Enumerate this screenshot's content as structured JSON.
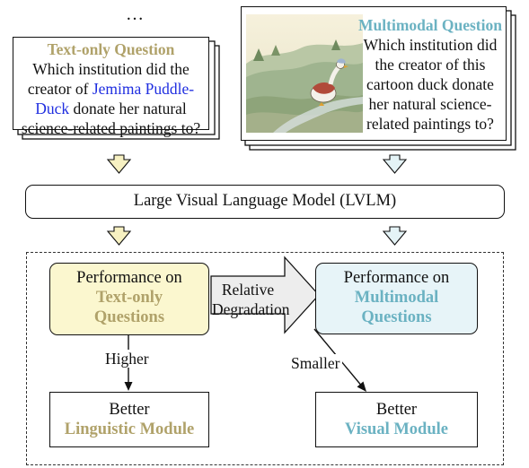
{
  "colors": {
    "text_accent": "#b0a26a",
    "mm_accent": "#6bb2c2",
    "entity_link": "#1f2ee0",
    "text_box_fill": "#fbf7cf",
    "mm_box_fill": "#e7f4f8",
    "arrow_yellow": "#f7f1c2",
    "arrow_blue": "#e4f3f6"
  },
  "text_question": {
    "ellipsis": "…",
    "title": "Text-only Question",
    "line1": "Which institution did the",
    "line2_prefix": "creator of ",
    "entity_part1": "Jemima Puddle-",
    "entity_part2": "Duck",
    "line3_suffix": " donate her natural",
    "line4": "science-related paintings to?"
  },
  "mm_question": {
    "title": "Multimodal Question",
    "line1": "Which institution did",
    "line2": "the creator of this",
    "line3": "cartoon duck donate",
    "line4": "her natural science-",
    "line5": "related paintings to?",
    "image_icon": "cartoon-duck-illustration"
  },
  "lvlm_label": "Large Visual Language Model (LVLM)",
  "perf_text": {
    "line1": "Performance on",
    "line2": "Text-only",
    "line3": "Questions"
  },
  "perf_mm": {
    "line1": "Performance on",
    "line2": "Multimodal",
    "line3": "Questions"
  },
  "degradation": {
    "line1": "Relative",
    "line2": "Degradation"
  },
  "labels": {
    "higher": "Higher",
    "smaller": "Smaller"
  },
  "result_linguistic": {
    "line1": "Better",
    "line2": "Linguistic Module"
  },
  "result_visual": {
    "line1": "Better",
    "line2": "Visual Module"
  }
}
